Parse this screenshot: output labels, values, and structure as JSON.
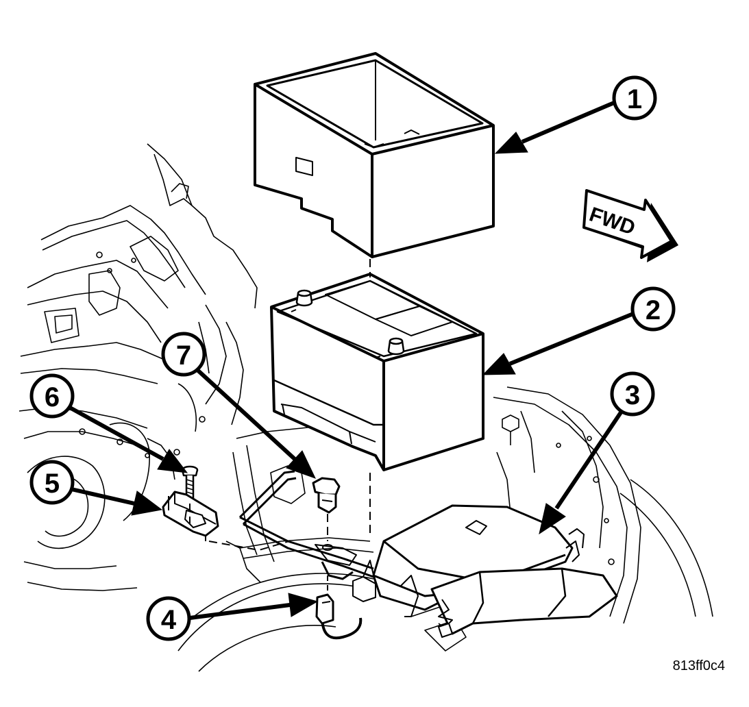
{
  "diagram": {
    "callouts": [
      "1",
      "2",
      "3",
      "4",
      "5",
      "6",
      "7"
    ],
    "direction_label": "FWD",
    "figure_ref": "813ff0c4",
    "colors": {
      "ink": "#000000",
      "paper": "#ffffff"
    }
  }
}
